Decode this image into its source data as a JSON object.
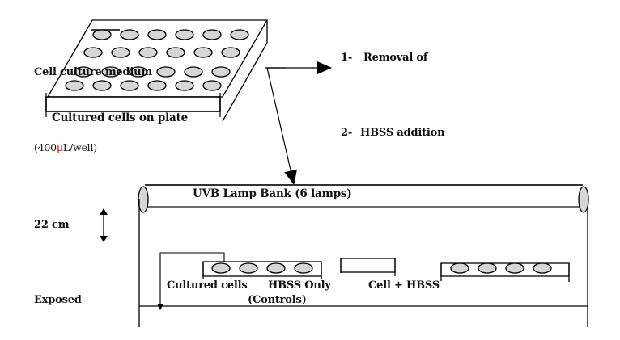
{
  "plate": {
    "medium_label": "Cell culture medium",
    "plate_label": "Cultured cells on plate",
    "volume_prefix": "(400",
    "volume_unit_highlight": "μ",
    "volume_suffix": "L/well)",
    "rows": 4,
    "cols": 6
  },
  "steps": [
    {
      "number": "1-",
      "text": "Removal of"
    },
    {
      "number": "2-",
      "text": "HBSS addition"
    }
  ],
  "lamp_bank": {
    "label": "UVB Lamp Bank (6 lamps)"
  },
  "distance": {
    "label": "22 cm"
  },
  "exposure": {
    "side_label": "Exposed",
    "groups": [
      {
        "label": "Cultured cells",
        "wells": 4
      },
      {
        "label": "HBSS Only",
        "sublabel": "(Controls)"
      },
      {
        "label": "Cell + HBSS",
        "wells": 0
      },
      {
        "label": "",
        "wells": 4
      }
    ]
  },
  "colors": {
    "well_fill": "#d6d6d6",
    "stroke": "#000000",
    "highlight": "#e00000"
  }
}
